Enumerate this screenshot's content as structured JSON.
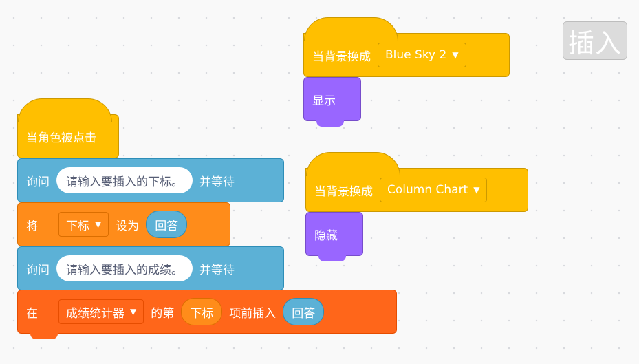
{
  "insert_button": {
    "label": "插入"
  },
  "script1": {
    "hat_label": "当背景换成",
    "backdrop": "Blue Sky 2",
    "show_label": "显示"
  },
  "script2": {
    "hat_label": "当背景换成",
    "backdrop": "Column Chart",
    "hide_label": "隐藏"
  },
  "script3": {
    "hat_label": "当角色被点击",
    "ask1": {
      "prefix": "询问",
      "text": "请输入要插入的下标。",
      "suffix": "并等待"
    },
    "set": {
      "prefix": "将",
      "variable": "下标",
      "middle": "设为",
      "value": "回答"
    },
    "ask2": {
      "prefix": "询问",
      "text": "请输入要插入的成绩。",
      "suffix": "并等待"
    },
    "insert": {
      "prefix": "在",
      "list": "成绩统计器",
      "of_label": "的第",
      "index": "下标",
      "before_label": "项前插入",
      "value": "回答"
    }
  },
  "colors": {
    "events": "#ffbf00",
    "sensing": "#5cb1d6",
    "variables": "#ff8c1a",
    "lists": "#ff661a",
    "looks": "#9966ff"
  }
}
